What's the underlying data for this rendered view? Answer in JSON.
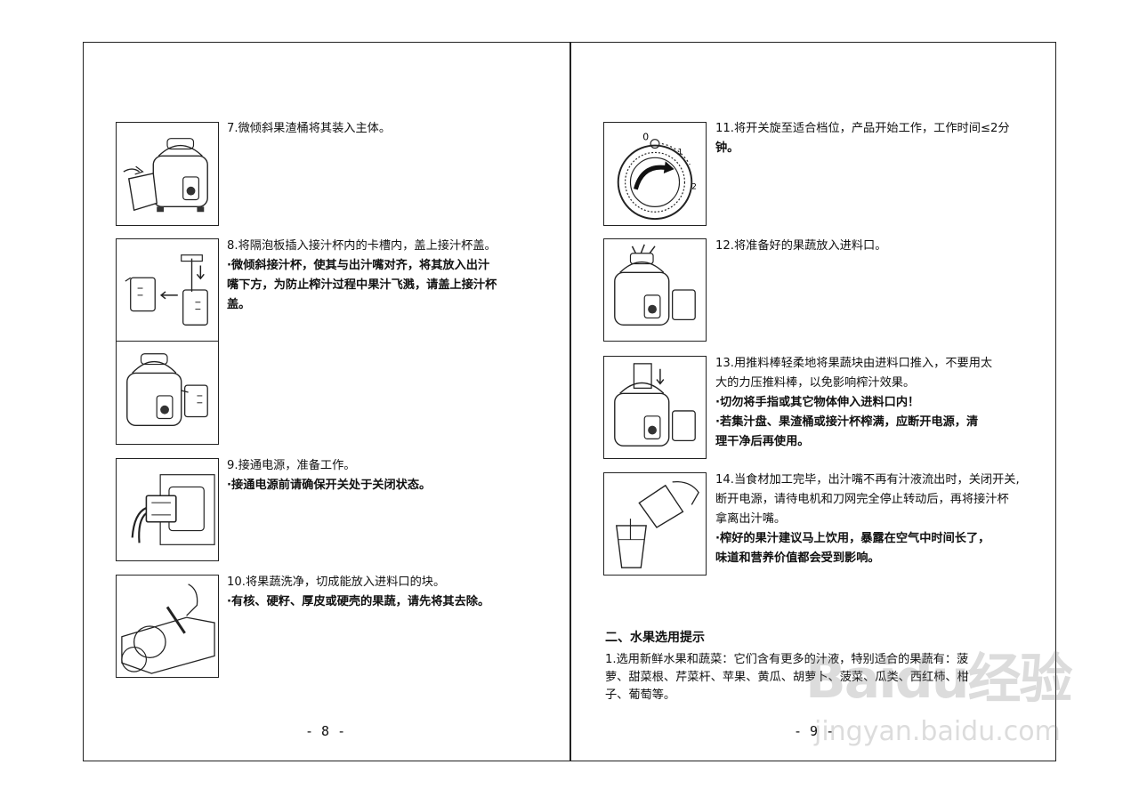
{
  "left_page": {
    "steps": [
      {
        "id": "7",
        "lines": [
          {
            "text": "7.微倾斜果渣桶将其装入主体。",
            "bold": false
          }
        ]
      },
      {
        "id": "8",
        "lines": [
          {
            "text": "8.将隔泡板插入接汁杯内的卡槽内，盖上接汁杯盖。",
            "bold": false
          },
          {
            "text": "·微倾斜接汁杯，使其与出汁嘴对齐，将其放入出汁",
            "bold": true
          },
          {
            "text": "嘴下方，为防止榨汁过程中果汁飞溅，请盖上接汁杯",
            "bold": true
          },
          {
            "text": "盖。",
            "bold": true
          }
        ]
      },
      {
        "id": "9",
        "lines": [
          {
            "text": "9.接通电源，准备工作。",
            "bold": false
          },
          {
            "text": "·接通电源前请确保开关处于关闭状态。",
            "bold": true
          }
        ]
      },
      {
        "id": "10",
        "lines": [
          {
            "text": "10.将果蔬洗净，切成能放入进料口的块。",
            "bold": false
          },
          {
            "text": "·有核、硬籽、厚皮或硬壳的果蔬，请先将其去除。",
            "bold": true
          }
        ]
      }
    ],
    "page_number": "- 8 -"
  },
  "right_page": {
    "steps": [
      {
        "id": "11",
        "lines": [
          {
            "text": "11.将开关旋至适合档位，产品开始工作，工作时间≤2分",
            "bold": false
          },
          {
            "text": "钟。",
            "bold": true
          }
        ]
      },
      {
        "id": "12",
        "lines": [
          {
            "text": "12.将准备好的果蔬放入进料口。",
            "bold": false
          }
        ]
      },
      {
        "id": "13",
        "lines": [
          {
            "text": "13.用推料棒轻柔地将果蔬块由进料口推入，不要用太",
            "bold": false
          },
          {
            "text": "大的力压推料棒，以免影响榨汁效果。",
            "bold": false
          },
          {
            "text": "·切勿将手指或其它物体伸入进料口内！",
            "bold": true
          },
          {
            "text": "·若集汁盘、果渣桶或接汁杯榨满，应断开电源，清",
            "bold": true
          },
          {
            "text": "理干净后再使用。",
            "bold": true
          }
        ]
      },
      {
        "id": "14",
        "lines": [
          {
            "text": "14.当食材加工完毕，出汁嘴不再有汁液流出时，关闭开关,",
            "bold": false
          },
          {
            "text": "断开电源，请待电机和刀网完全停止转动后，再将接汁杯",
            "bold": false
          },
          {
            "text": "拿离出汁嘴。",
            "bold": false
          },
          {
            "text": "·榨好的果汁建议马上饮用，暴露在空气中时间长了，",
            "bold": true
          },
          {
            "text": "味道和营养价值都会受到影响。",
            "bold": true
          }
        ]
      }
    ],
    "section_title": "二、水果选用提示",
    "section_lines": [
      "1.选用新鲜水果和蔬菜：它们含有更多的汁液，特别适合的果蔬有：菠",
      "萝、甜菜根、芹菜杆、苹果、黄瓜、胡萝卜、菠菜、瓜类、西红柿、柑",
      "子、葡萄等。"
    ],
    "page_number": "- 9 -",
    "dial_labels": [
      "0",
      "1",
      "2"
    ]
  },
  "watermark": {
    "logo": "Baidu经验",
    "url": "jingyan.baidu.com"
  }
}
